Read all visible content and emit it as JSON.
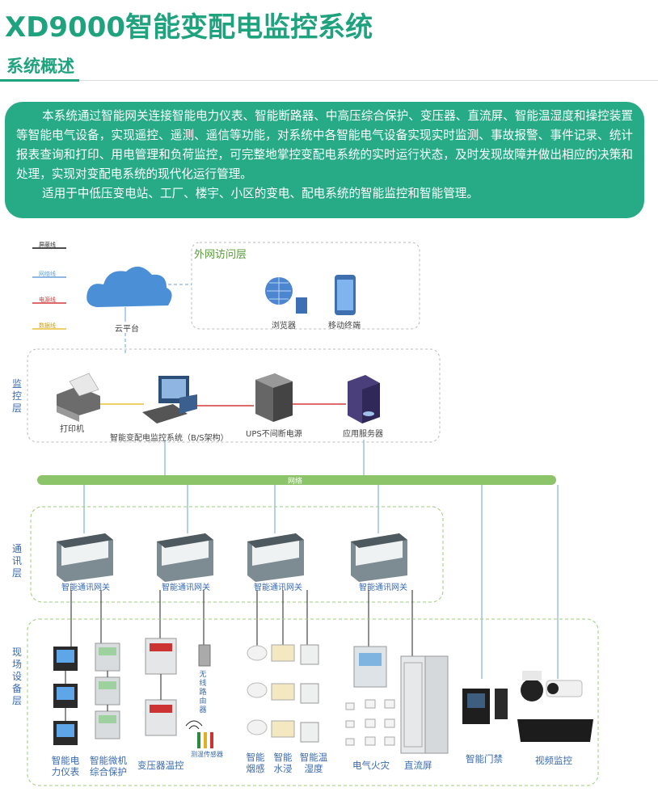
{
  "title": "XD9000智能变配电监控系统",
  "section_title": "系统概述",
  "intro": {
    "p1": "本系统通过智能网关连接智能电力仪表、智能断路器、中高压综合保护、变压器、直流屏、智能温湿度和操控装置等智能电气设备，实现遥控、遥测、遥信等功能，对系统中各智能电气设备实现实时监测、事故报警、事件记录、统计报表查询和打印、用电管理和负荷监控，可完整地掌控变配电系统的实时运行状态，及时发现故障并做出相应的决策和处理，实现对变配电系统的现代化运行管理。",
    "p2": "适用于中低压变电站、工厂、楼宇、小区的变电、配电系统的智能监控和智能管理。"
  },
  "legend": {
    "shield": "屏蔽线",
    "network": "网络线",
    "power": "电源线",
    "data": "数据线"
  },
  "colors": {
    "accent": "#26ab86",
    "shield_line": "#111111",
    "network_line": "#6aa0d8",
    "power_line": "#d23a3a",
    "data_line": "#e8c13a",
    "bus": "#8cc46a"
  },
  "diagram": {
    "external_layer_title": "外网访问层",
    "browser": "浏览器",
    "mobile": "移动终端",
    "cloud": "云平台",
    "monitor_layer_label": "监控层",
    "printer": "打印机",
    "workstation": "智能变配电监控系统（B/S架构）",
    "ups": "UPS不间断电源",
    "app_server": "应用服务器",
    "network_bus": "网络",
    "comm_layer_label": "通讯层",
    "gateways": [
      "智能通讯网关",
      "智能通讯网关",
      "智能通讯网关",
      "智能通讯网关"
    ],
    "field_layer_label": "现场设备层",
    "router": "无线路由器",
    "temp_sensor": "测温传感器",
    "devices": {
      "meter": "智能电力仪表",
      "protection": "智能微机综合保护",
      "transformer": "变压器温控",
      "smoke": "智能烟感",
      "water": "智能水浸",
      "humidity": "智能温湿度",
      "fire": "电气火灾",
      "dc": "直流屏",
      "access": "智能门禁",
      "video": "视频监控"
    }
  }
}
